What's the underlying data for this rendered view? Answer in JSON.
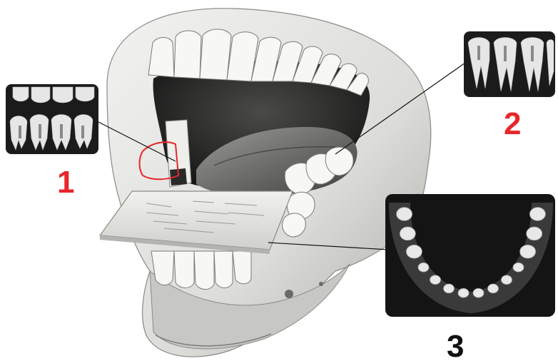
{
  "callouts": [
    {
      "number": "1",
      "color": "#e8262b"
    },
    {
      "number": "2",
      "color": "#e8262b"
    },
    {
      "number": "3",
      "color": "#111111"
    }
  ],
  "colors": {
    "skull_fill": "#e9e9e7",
    "skull_shade": "#b9b9b6",
    "mouth_dark": "#2a2a2a",
    "tongue": "#5c5c5a",
    "tooth": "#f7f7f4",
    "film": "#e6e6e2",
    "xray_bg": "#1a1a1a",
    "xray_tooth": "#e8e8e8",
    "highlight_red": "#e8262b"
  }
}
